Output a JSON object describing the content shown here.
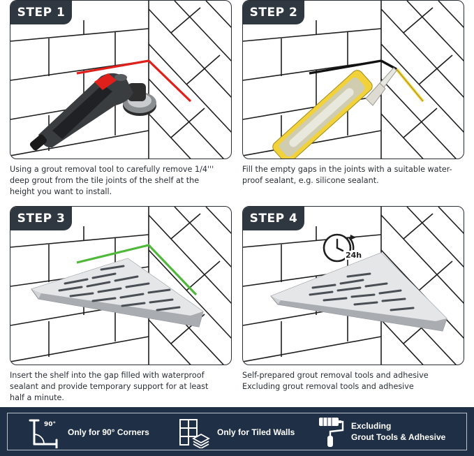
{
  "steps": [
    {
      "label": "STEP 1",
      "caption_lines": [
        "Using a grout removal tool to carefully remove 1/4'''",
        "deep grout from the tile joints of the shelf at the",
        "height you want to install."
      ]
    },
    {
      "label": "STEP 2",
      "caption_lines": [
        "Fill the empty gaps in the joints with a suitable water-",
        "proof sealant, e.g. silicone sealant."
      ]
    },
    {
      "label": "STEP 3",
      "caption_lines": [
        "Insert the shelf into the gap filled with waterproof",
        "sealant and provide temporary support for at least",
        "half a minute."
      ]
    },
    {
      "label": "STEP 4",
      "caption_lines": [
        "Self-prepared grout removal tools and adhesive",
        "Excluding grout removal tools and adhesive"
      ],
      "timer_label": "24h"
    }
  ],
  "features": [
    {
      "icon": "right-angle-icon",
      "icon_label": "90°",
      "lines": [
        "Only for 90° Corners"
      ]
    },
    {
      "icon": "tiled-wall-icon",
      "lines": [
        "Only for Tiled Walls"
      ]
    },
    {
      "icon": "paint-roller-icon",
      "lines": [
        "Excluding",
        "Grout Tools & Adhesive"
      ]
    }
  ],
  "colors": {
    "footer_bg": "#1f2f45",
    "badge_bg": "#2f3740",
    "grout_cut": "#e0201b",
    "sealant_black": "#111111",
    "sealant_yellow": "#f2d23a",
    "insert_green": "#4fb83a",
    "steel": "#d7dadd"
  }
}
